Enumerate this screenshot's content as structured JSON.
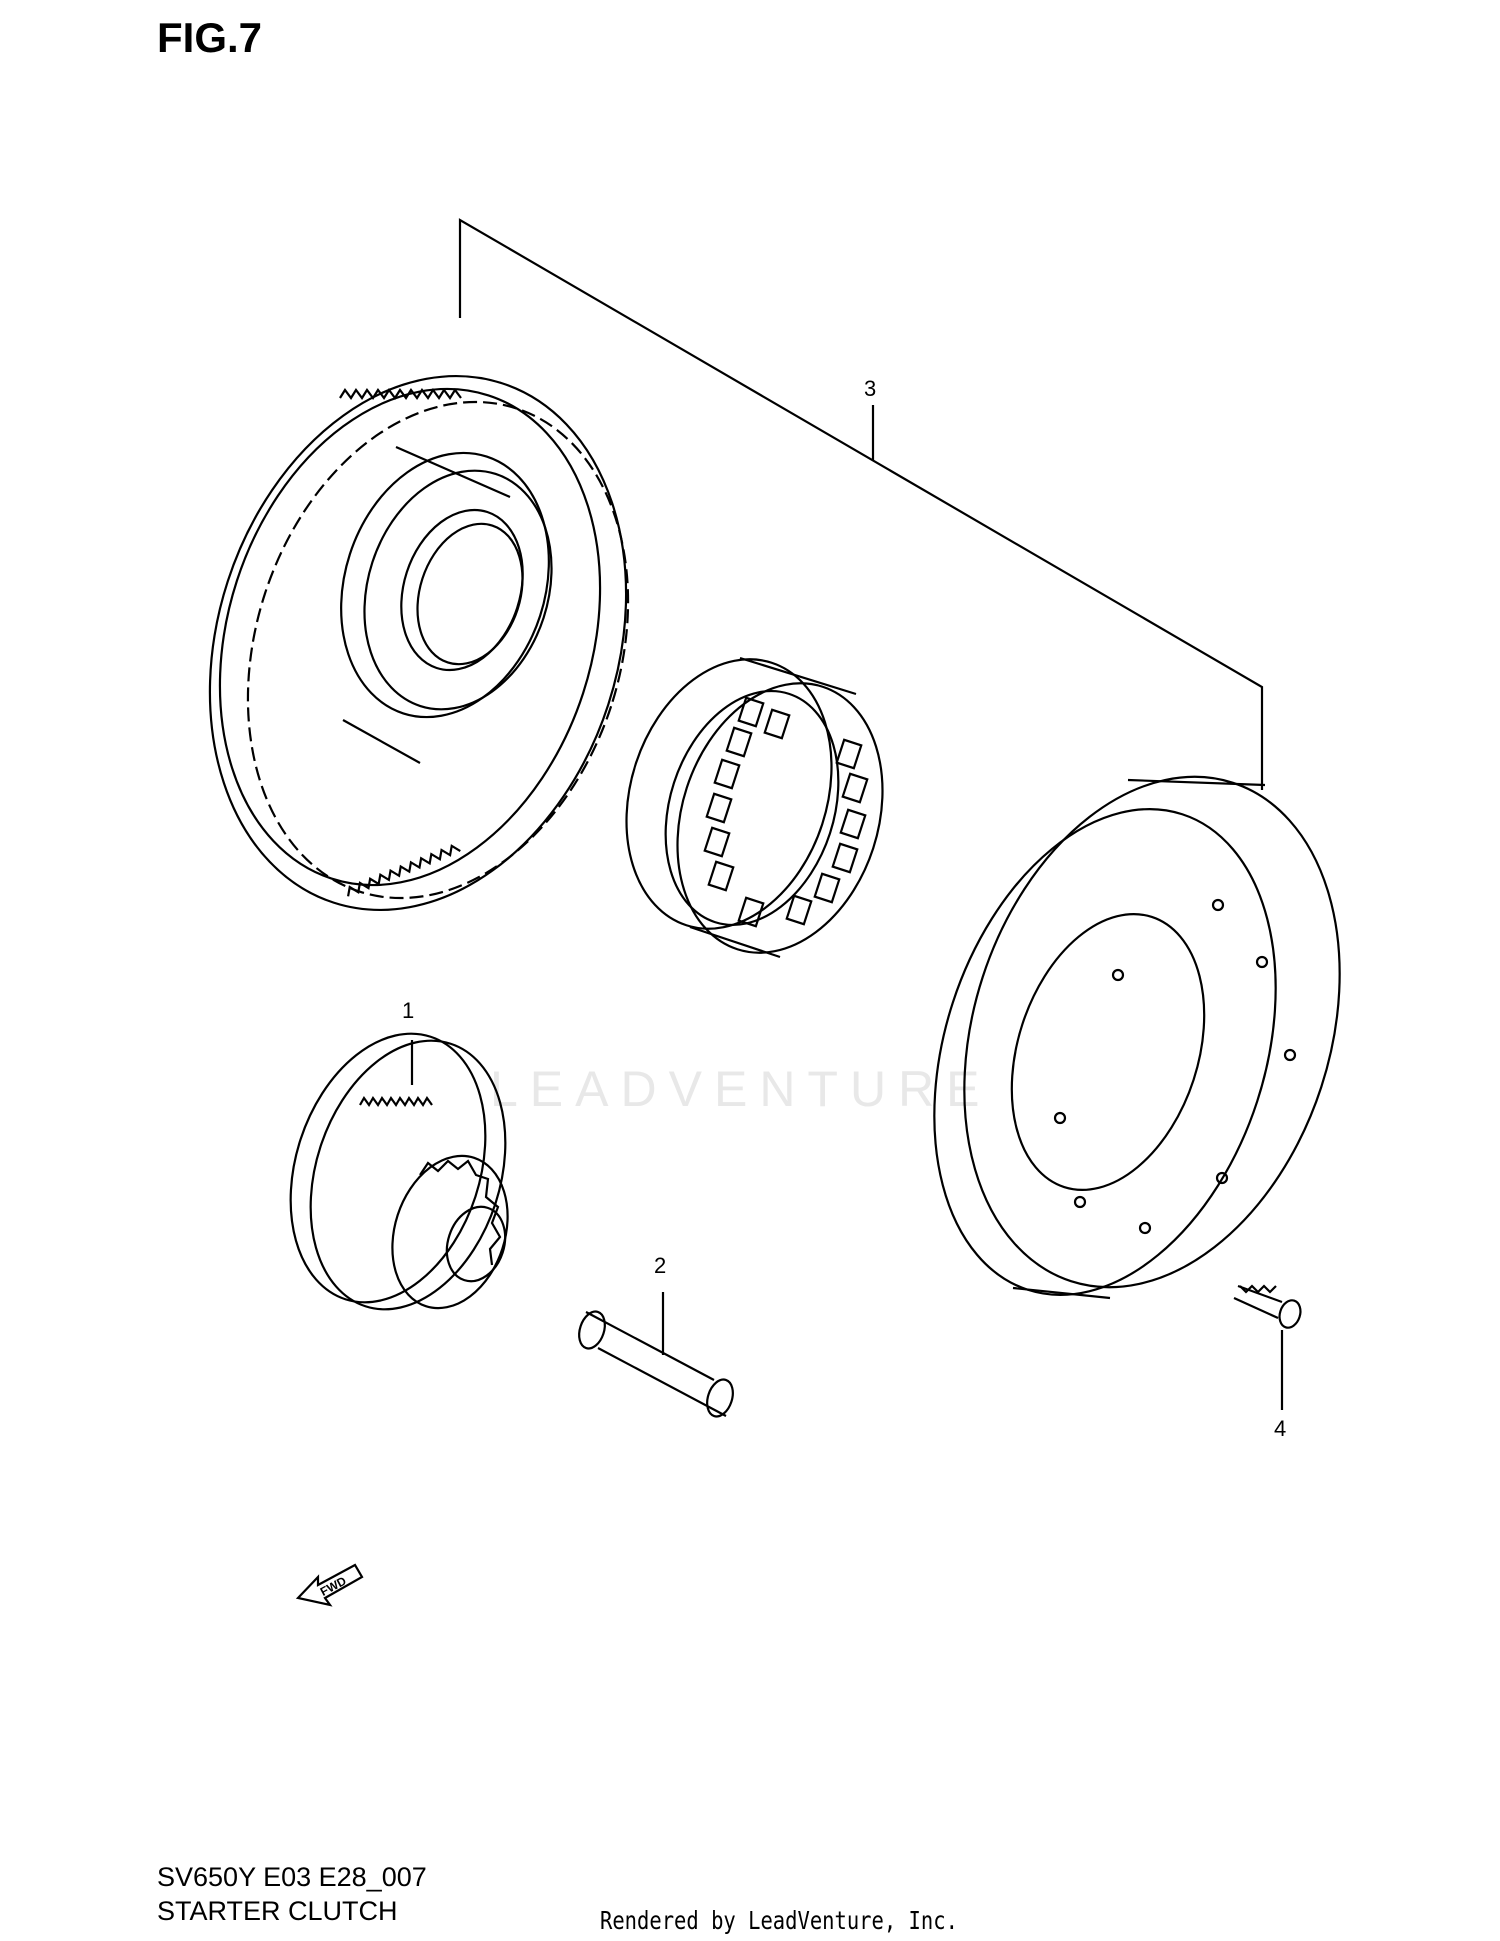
{
  "figure": {
    "title": "FIG.7",
    "model_code": "SV650Y E03 E28_007",
    "section_name": "STARTER CLUTCH",
    "watermark": "LEADVENTURE",
    "rendered_by": "Rendered by LeadVenture, Inc."
  },
  "callouts": [
    {
      "id": "1"
    },
    {
      "id": "2"
    },
    {
      "id": "3"
    },
    {
      "id": "4"
    }
  ],
  "fwd_label": "FWD"
}
